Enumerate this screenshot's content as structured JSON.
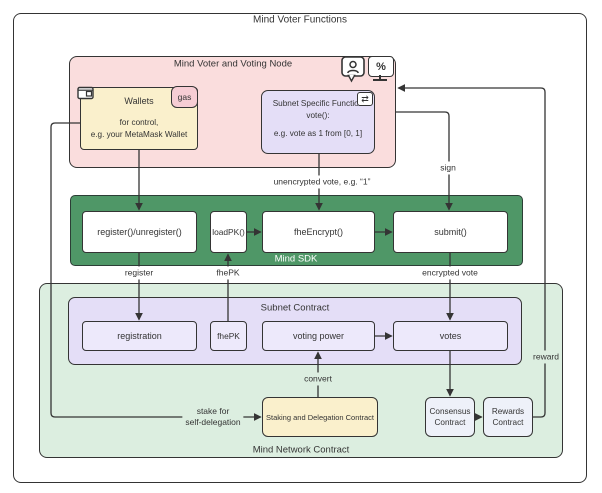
{
  "diagram_title": "Mind Voter Functions",
  "voting_node": {
    "title": "Mind Voter and Voting Node",
    "percent_glyph": "%",
    "wallets": {
      "title": "Wallets",
      "badge": "gas",
      "desc_line1": "for control,",
      "desc_line2": "e.g. your MetaMask Wallet"
    },
    "subnet_function": {
      "title_line1": "Subnet Specific Function",
      "title_line2": "vote():",
      "desc": "e.g. vote as 1 from [0, 1]",
      "swap_glyph": "⇄"
    }
  },
  "sdk": {
    "label": "Mind SDK",
    "register": "register()/unregister()",
    "loadpk": "loadPK()",
    "fheencrypt": "fheEncrypt()",
    "submit": "submit()"
  },
  "network": {
    "label": "Mind Network Contract",
    "subnet_contract": {
      "title": "Subnet Contract",
      "registration": "registration",
      "fhepk": "fhePK",
      "voting_power": "voting power",
      "votes": "votes"
    },
    "staking": "Staking and Delegation Contract",
    "consensus": "Consensus Contract",
    "rewards": "Rewards Contract"
  },
  "edges": {
    "unencrypted": "unencrypted vote, e.g. “1”",
    "sign": "sign",
    "register": "register",
    "fhepk": "fhePK",
    "encrypted": "encrypted vote",
    "convert": "convert",
    "stake_line1": "stake for",
    "stake_line2": "self-delegation",
    "reward": "reward"
  },
  "colors": {
    "pink": "#fadddd",
    "cream": "#faf0cc",
    "lavender": "#e4def7",
    "lavender_light": "#ede9fb",
    "sdk_green": "#4f9767",
    "network_green": "#dceee0",
    "contract_fill": "#eef1f9",
    "gas_badge_pink": "#f6cdd4",
    "line": "#343434"
  }
}
